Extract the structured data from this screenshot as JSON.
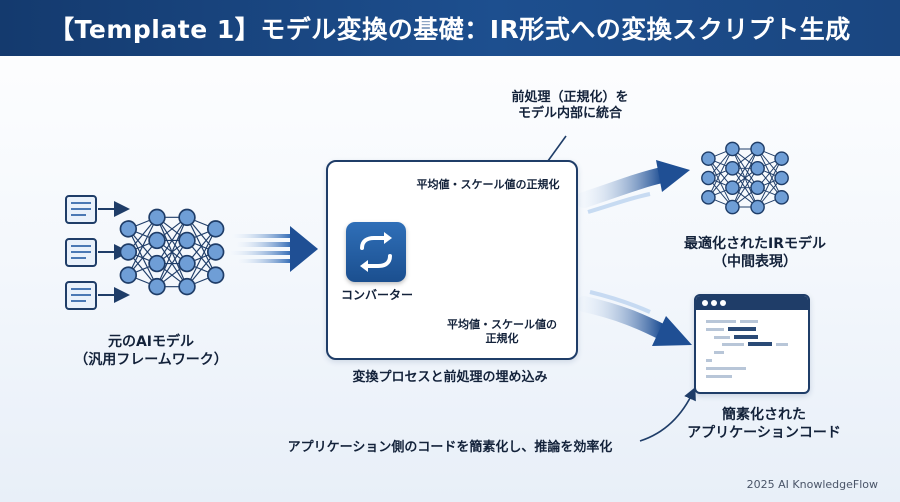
{
  "header": {
    "title": "【Template 1】モデル変換の基礎：IR形式への変換スクリプト生成"
  },
  "source_model": {
    "line1": "元のAIモデル",
    "line2": "（汎用フレームワーク）"
  },
  "converter": {
    "label": "コンバーター"
  },
  "normalization_top": {
    "text": "平均値・スケール値の正規化"
  },
  "normalization_bottom": {
    "line1": "平均値・スケール値の",
    "line2": "正規化"
  },
  "process": {
    "label": "変換プロセスと前処理の埋め込み"
  },
  "preprocess_note": {
    "line1": "前処理（正規化）を",
    "line2": "モデル内部に統合"
  },
  "ir_model": {
    "line1": "最適化されたIRモデル",
    "line2": "（中間表現）"
  },
  "app_code": {
    "line1": "簡素化された",
    "line2": "アプリケーションコード"
  },
  "app_note": {
    "text": "アプリケーション側のコードを簡素化し、推論を効率化"
  },
  "credit": {
    "text": "2025 AI KnowledgeFlow"
  },
  "colors": {
    "header": "#1d4f8f",
    "node": "#6f9ed6",
    "node_border": "#1f3d68",
    "accent": "#2f6fb8"
  },
  "icons": [
    "document-icon",
    "neural-network-icon",
    "converter-icon",
    "code-window-icon"
  ]
}
